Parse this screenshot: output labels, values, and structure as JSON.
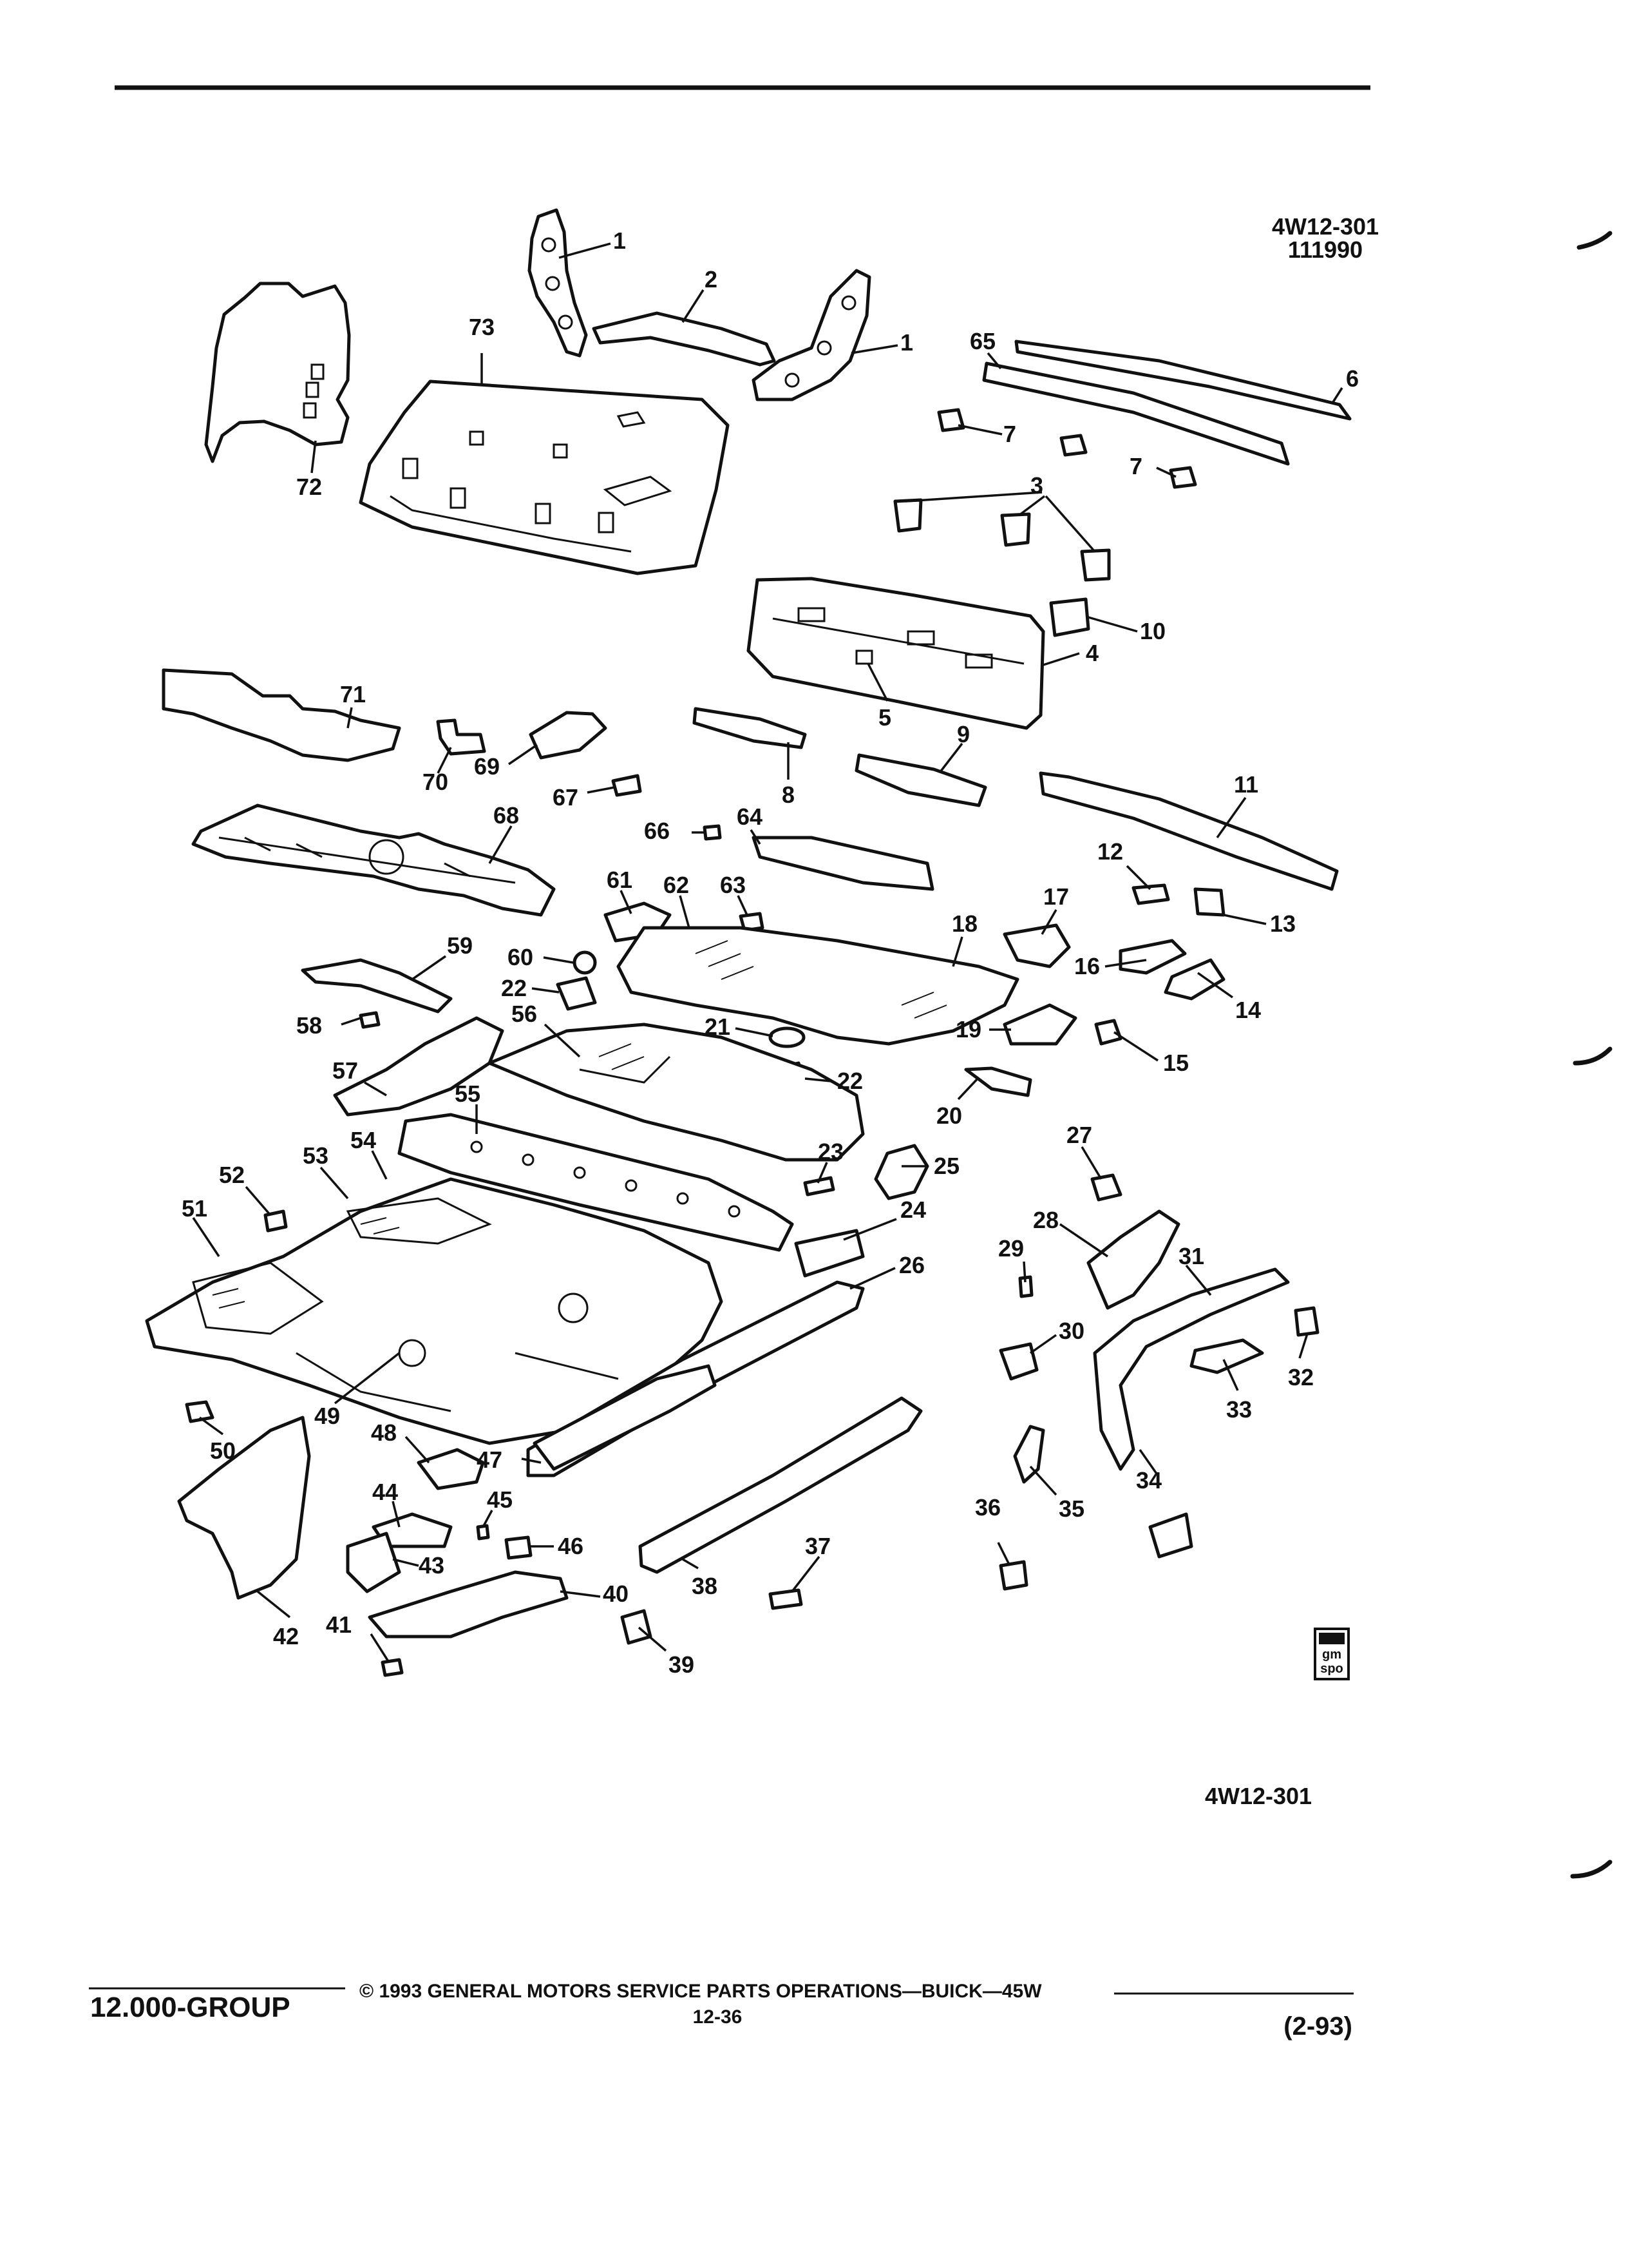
{
  "header": {
    "code_line1": "4W12-301",
    "code_line2": "111990"
  },
  "figure_code": "4W12-301",
  "footer": {
    "group": "12.000-GROUP",
    "copyright": "© 1993  GENERAL MOTORS SERVICE PARTS OPERATIONS—BUICK—45W",
    "page_number": "12-36",
    "revision": "(2-93)"
  },
  "logo": {
    "line1": "gm",
    "line2": "spo"
  },
  "callouts": [
    "1",
    "1",
    "2",
    "3",
    "4",
    "5",
    "6",
    "7",
    "7",
    "8",
    "9",
    "10",
    "11",
    "12",
    "13",
    "14",
    "15",
    "16",
    "17",
    "18",
    "19",
    "20",
    "21",
    "22",
    "22",
    "23",
    "24",
    "25",
    "26",
    "27",
    "28",
    "29",
    "30",
    "31",
    "32",
    "33",
    "34",
    "35",
    "36",
    "37",
    "38",
    "39",
    "40",
    "41",
    "42",
    "43",
    "44",
    "45",
    "46",
    "47",
    "48",
    "49",
    "50",
    "51",
    "52",
    "53",
    "54",
    "55",
    "56",
    "57",
    "58",
    "59",
    "60",
    "61",
    "62",
    "63",
    "64",
    "65",
    "66",
    "67",
    "68",
    "69",
    "70",
    "71",
    "72",
    "73"
  ],
  "colors": {
    "ink": "#111111",
    "paper": "#ffffff"
  }
}
